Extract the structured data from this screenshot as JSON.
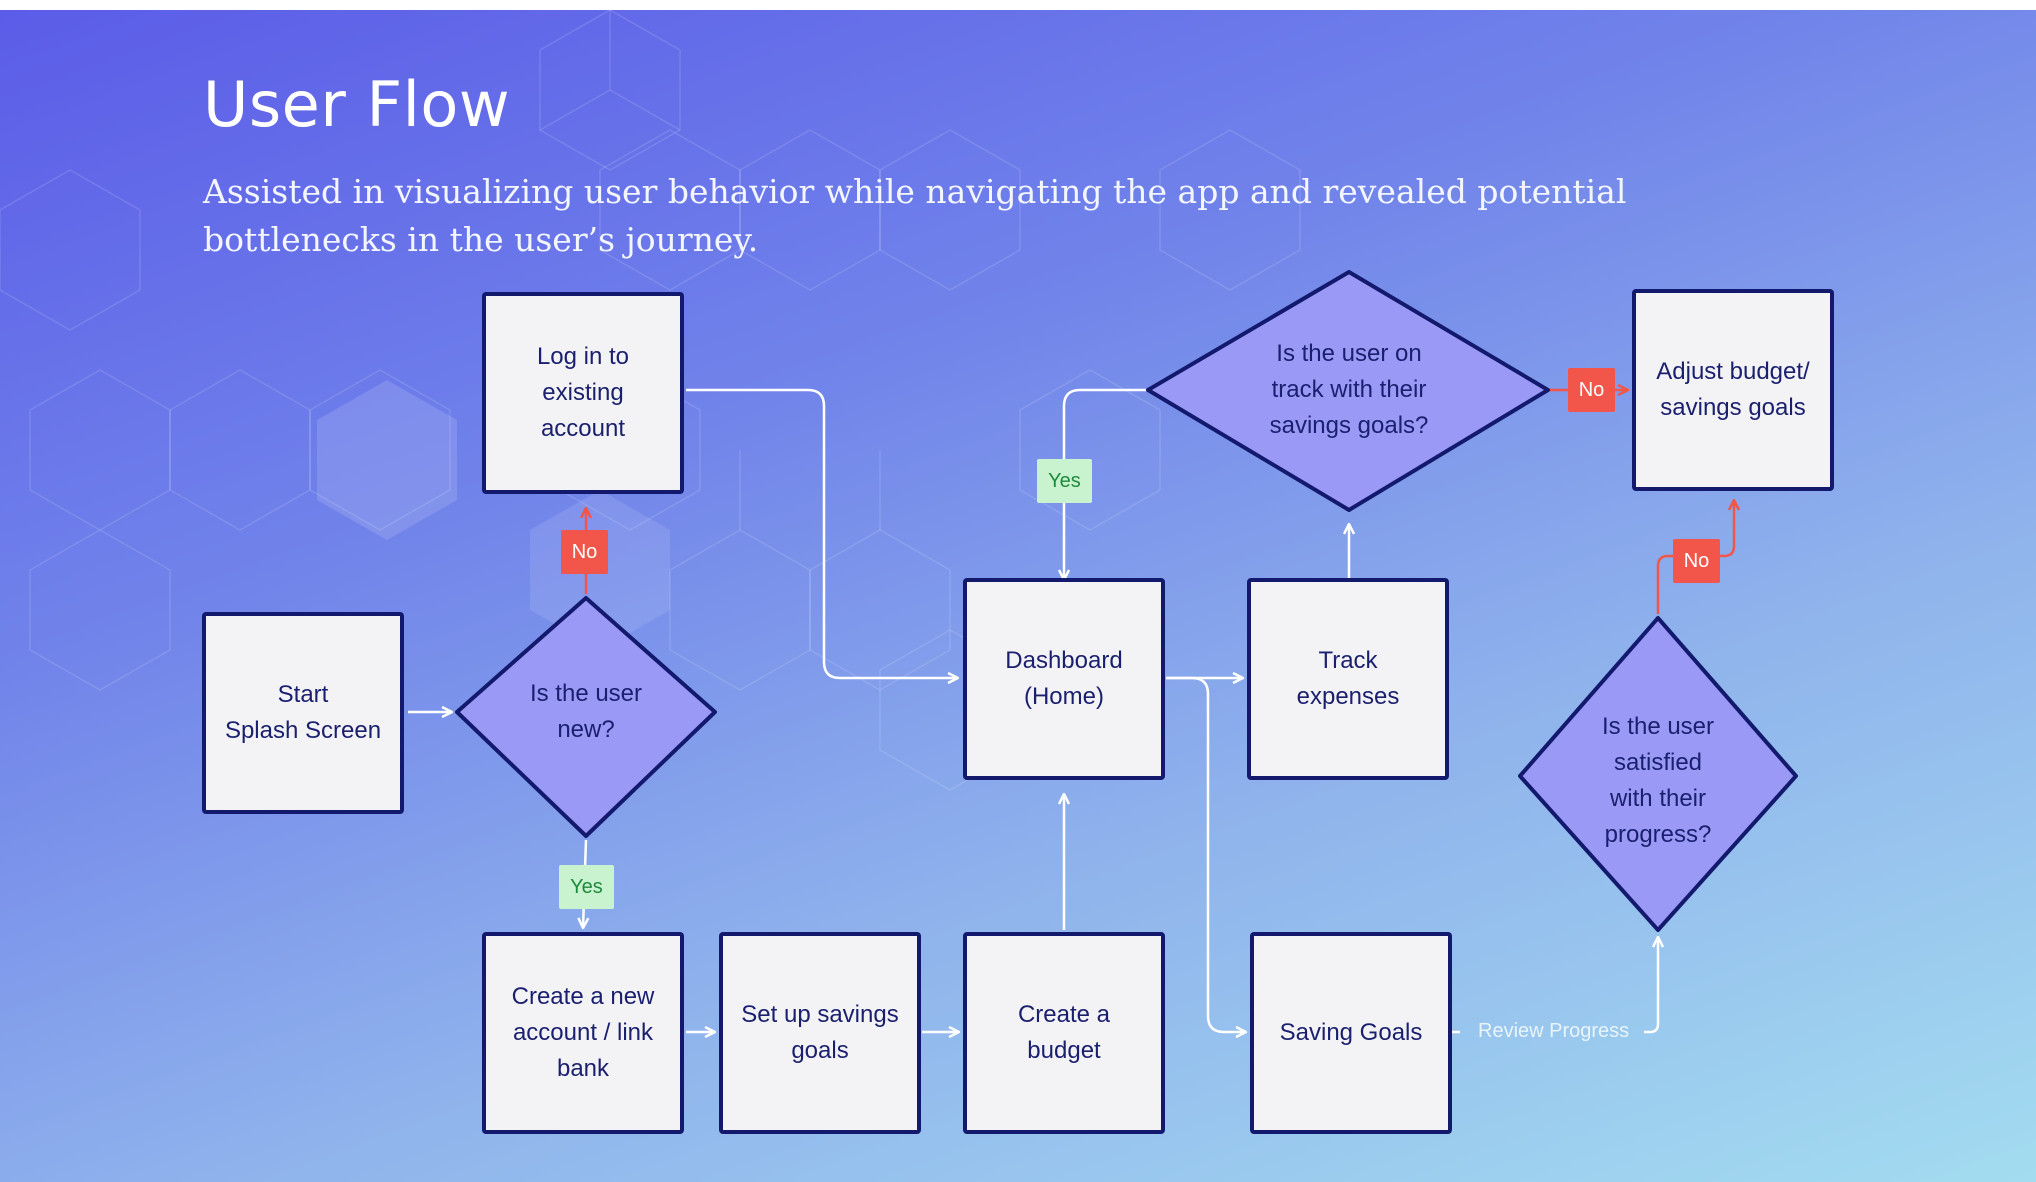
{
  "header": {
    "title": "User Flow",
    "subtitle": "Assisted in visualizing user behavior while navigating the app and revealed potential bottlenecks in the user’s journey."
  },
  "nodes": {
    "start": "Start\nSplash Screen",
    "is_new": "Is the user\nnew?",
    "login": "Log in to\nexisting\naccount",
    "create_account": "Create a new\naccount / link\nbank",
    "set_goals": "Set up savings\ngoals",
    "create_budget": "Create a\nbudget",
    "dashboard": "Dashboard\n(Home)",
    "track_expenses": "Track\nexpenses",
    "on_track": "Is the user on\ntrack with their\nsavings goals?",
    "adjust": "Adjust budget/\nsavings goals",
    "saving_goals": "Saving Goals",
    "satisfied": "Is the user\nsatisfied\nwith their\nprogress?"
  },
  "labels": {
    "no_login": "No",
    "yes_create": "Yes",
    "yes_dashboard": "Yes",
    "no_adjust": "No",
    "no_satisfied": "No",
    "review_progress": "Review Progress"
  },
  "colors": {
    "node_border": "#131a6e",
    "node_fill": "#f3f3f6",
    "decision_fill": "#9a99f6",
    "edge": "#ffffff",
    "no_edge": "#f2554a",
    "no_badge": "#f2554a",
    "yes_badge": "#c9f2cf"
  }
}
